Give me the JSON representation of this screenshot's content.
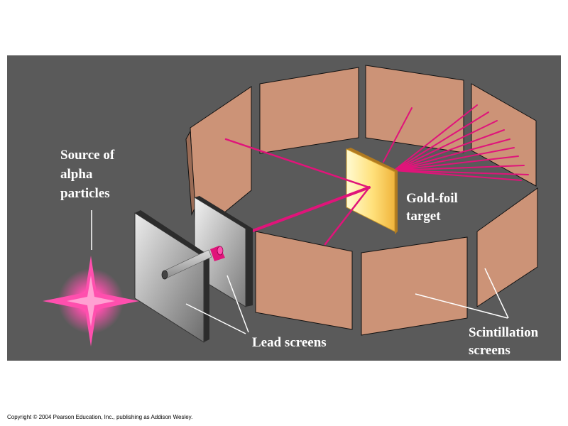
{
  "labels": {
    "source": [
      "Source of",
      "alpha",
      "particles"
    ],
    "gold_foil": [
      "Gold-foil",
      "target"
    ],
    "lead_screens": "Lead screens",
    "scintillation": [
      "Scintillation",
      "screens"
    ]
  },
  "copyright": "Copyright © 2004 Pearson Education, Inc., publishing as Addison Wesley.",
  "colors": {
    "background": "#5a5a5a",
    "screen_fill": "#cc9377",
    "beam": "#e0147a",
    "source_glow": "#ff4fae",
    "gold_light": "#fffbd2",
    "gold_dark": "#f0b43c",
    "lead_light": "#e8e8e8",
    "lead_dark": "#6c6c6c"
  }
}
